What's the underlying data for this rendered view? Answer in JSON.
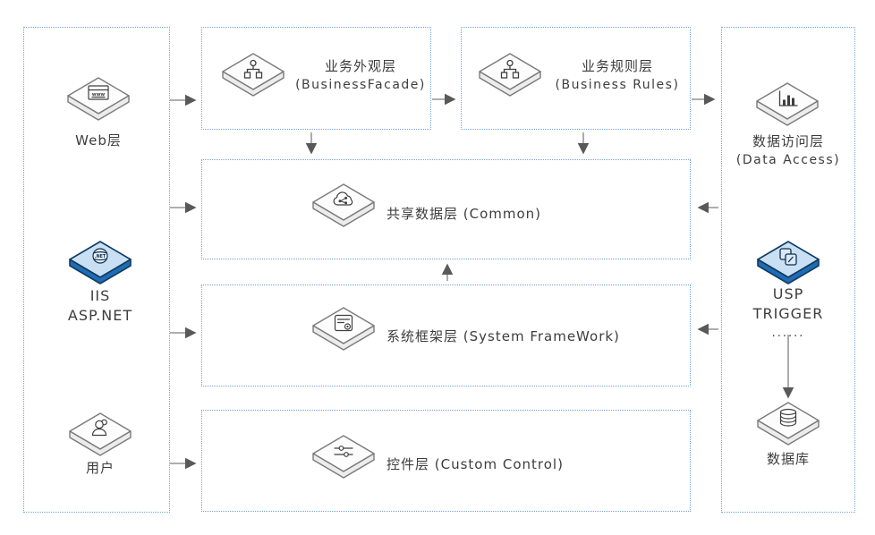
{
  "diagram": {
    "nodes": {
      "web": {
        "label": "Web层",
        "icon": "browser-www-icon",
        "icon_text": "www"
      },
      "iis": {
        "line1": "IIS",
        "line2": "ASP.NET",
        "icon": "dotnet-globe-icon",
        "icon_text": ".NET"
      },
      "user": {
        "label": "用户",
        "icon": "user-icon"
      },
      "facade": {
        "title": "业务外观层",
        "subtitle": "(BusinessFacade)",
        "icon": "sitemap-icon"
      },
      "rules": {
        "title": "业务规则层",
        "subtitle": "(Business Rules)",
        "icon": "sitemap-icon"
      },
      "common": {
        "title": "共享数据层 (Common)",
        "icon": "cloud-share-icon"
      },
      "systemfw": {
        "title": "系统框架层 (System FrameWork)",
        "icon": "document-form-icon"
      },
      "control": {
        "title": "控件层 (Custom Control)",
        "icon": "sliders-icon"
      },
      "data_access": {
        "title": "数据访问层",
        "subtitle": "(Data Access)",
        "icon": "bar-chart-icon"
      },
      "usp": {
        "line1": "USP",
        "line2": "TRIGGER",
        "line3": "......",
        "icon": "script-pages-icon"
      },
      "db": {
        "label": "数据库",
        "icon": "database-icon"
      }
    },
    "colors": {
      "dashed_border": "#6fa3d9",
      "arrow_line": "#a3a3a3",
      "arrow_head": "#595959",
      "text": "#3d3d3d",
      "gray_diamond_top": "#fcfcfc",
      "gray_diamond_side": "#ececec",
      "gray_diamond_stroke": "#7a7a7a",
      "blue_diamond_top": "#c9e0f4",
      "blue_diamond_side": "#1e6db4",
      "blue_diamond_stroke": "#123a5f"
    }
  }
}
